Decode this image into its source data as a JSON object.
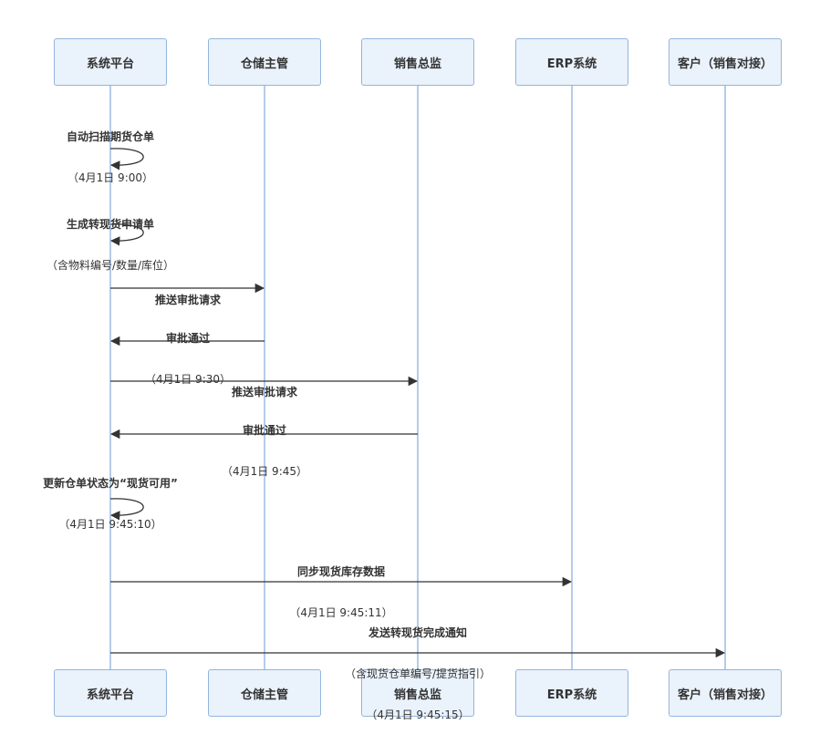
{
  "diagram": {
    "type": "sequence",
    "colors": {
      "lifeline": "#9bbbe3",
      "actor_fill": "#eaf2fb",
      "actor_border": "#93b5dd",
      "arrow": "#333333"
    },
    "actors": [
      {
        "id": "platform",
        "label": "系统平台"
      },
      {
        "id": "warehouse",
        "label": "仓储主管"
      },
      {
        "id": "sales",
        "label": "销售总监"
      },
      {
        "id": "erp",
        "label": "ERP系统"
      },
      {
        "id": "customer",
        "label": "客户（销售对接）"
      }
    ],
    "messages": [
      {
        "from": "platform",
        "to": "platform",
        "line1": "自动扫描期货仓单",
        "line2": "（4月1日 9:00）"
      },
      {
        "from": "platform",
        "to": "platform",
        "line1": "生成转现货申请单",
        "line2": "（含物料编号/数量/库位）"
      },
      {
        "from": "platform",
        "to": "warehouse",
        "line1": "推送审批请求"
      },
      {
        "from": "warehouse",
        "to": "platform",
        "line1": "审批通过",
        "line2": "（4月1日 9:30）"
      },
      {
        "from": "platform",
        "to": "sales",
        "line1": "推送审批请求"
      },
      {
        "from": "sales",
        "to": "platform",
        "line1": "审批通过",
        "line2": "（4月1日 9:45）"
      },
      {
        "from": "platform",
        "to": "platform",
        "line1": "更新仓单状态为“现货可用”",
        "line2": "（4月1日 9:45:10）"
      },
      {
        "from": "platform",
        "to": "erp",
        "line1": "同步现货库存数据",
        "line2": "（4月1日 9:45:11）"
      },
      {
        "from": "platform",
        "to": "customer",
        "line1": "发送转现货完成通知",
        "line2": "（含现货仓单编号/提货指引）",
        "line3": "（4月1日 9:45:15）"
      }
    ]
  }
}
